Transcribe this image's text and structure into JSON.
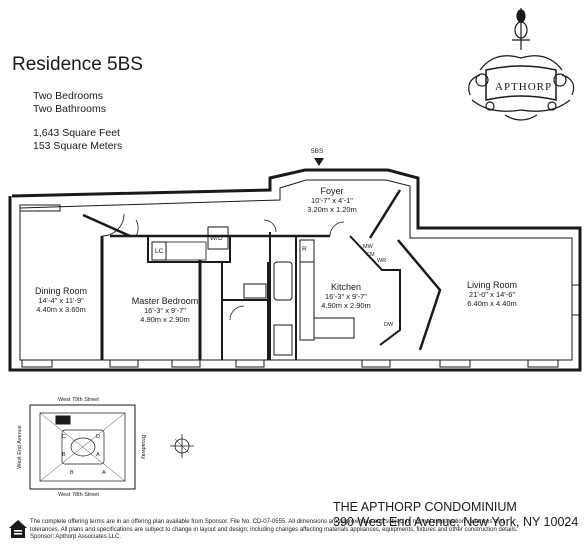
{
  "header": {
    "title": "Residence 5BS",
    "bedrooms": "Two Bedrooms",
    "bathrooms": "Two Bathrooms",
    "square_feet": "1,643 Square Feet",
    "square_meters": "153 Square Meters"
  },
  "logo": {
    "text": "APTHORP"
  },
  "entry_label": "5BS",
  "rooms": {
    "foyer": {
      "name": "Foyer",
      "dim_imperial": "10'-7\" x 4'-1\"",
      "dim_metric": "3.20m x 1.20m"
    },
    "dining": {
      "name": "Dining Room",
      "dim_imperial": "14'-4\" x 11'-9\"",
      "dim_metric": "4.40m x 3.60m"
    },
    "master": {
      "name": "Master Bedroom",
      "dim_imperial": "16'-3\" x 9'-7\"",
      "dim_metric": "4.90m x 2.90m"
    },
    "kitchen": {
      "name": "Kitchen",
      "dim_imperial": "16'-3\" x 9'-7\"",
      "dim_metric": "4.90m x 2.90m"
    },
    "living": {
      "name": "Living Room",
      "dim_imperial": "21'-0\" x 14'-6\"",
      "dim_metric": "6.40m x 4.40m"
    }
  },
  "fixtures": {
    "lc": "LC",
    "wd": "W/D",
    "r": "R",
    "mw": "MW",
    "cm": "CM",
    "wr": "WR",
    "dw": "DW"
  },
  "keyplan": {
    "north": "West 79th Street",
    "south": "West 78th Street",
    "west": "West End Avenue",
    "east": "Broadway",
    "letters": [
      "C",
      "D",
      "B",
      "A",
      "B",
      "A"
    ]
  },
  "footer": {
    "condo_name": "THE APTHORP CONDOMINIUM",
    "address": "390 West End Avenue, New York, NY 10024",
    "legal_1": "The complete offering terms are in an offering plan available from Sponsor. File No. CD-07-0555. All dimensions are approximate and subject to normal construction variances and",
    "legal_2": "tolerances. All plans and specifications are subject to change in layout and design; including changes affecting materials appliances, equipments, fixtures and other construction details.",
    "legal_3": "Sponsor: Apthorp Associates LLC."
  },
  "colors": {
    "ink": "#1a1a1a",
    "paper": "#ffffff"
  }
}
